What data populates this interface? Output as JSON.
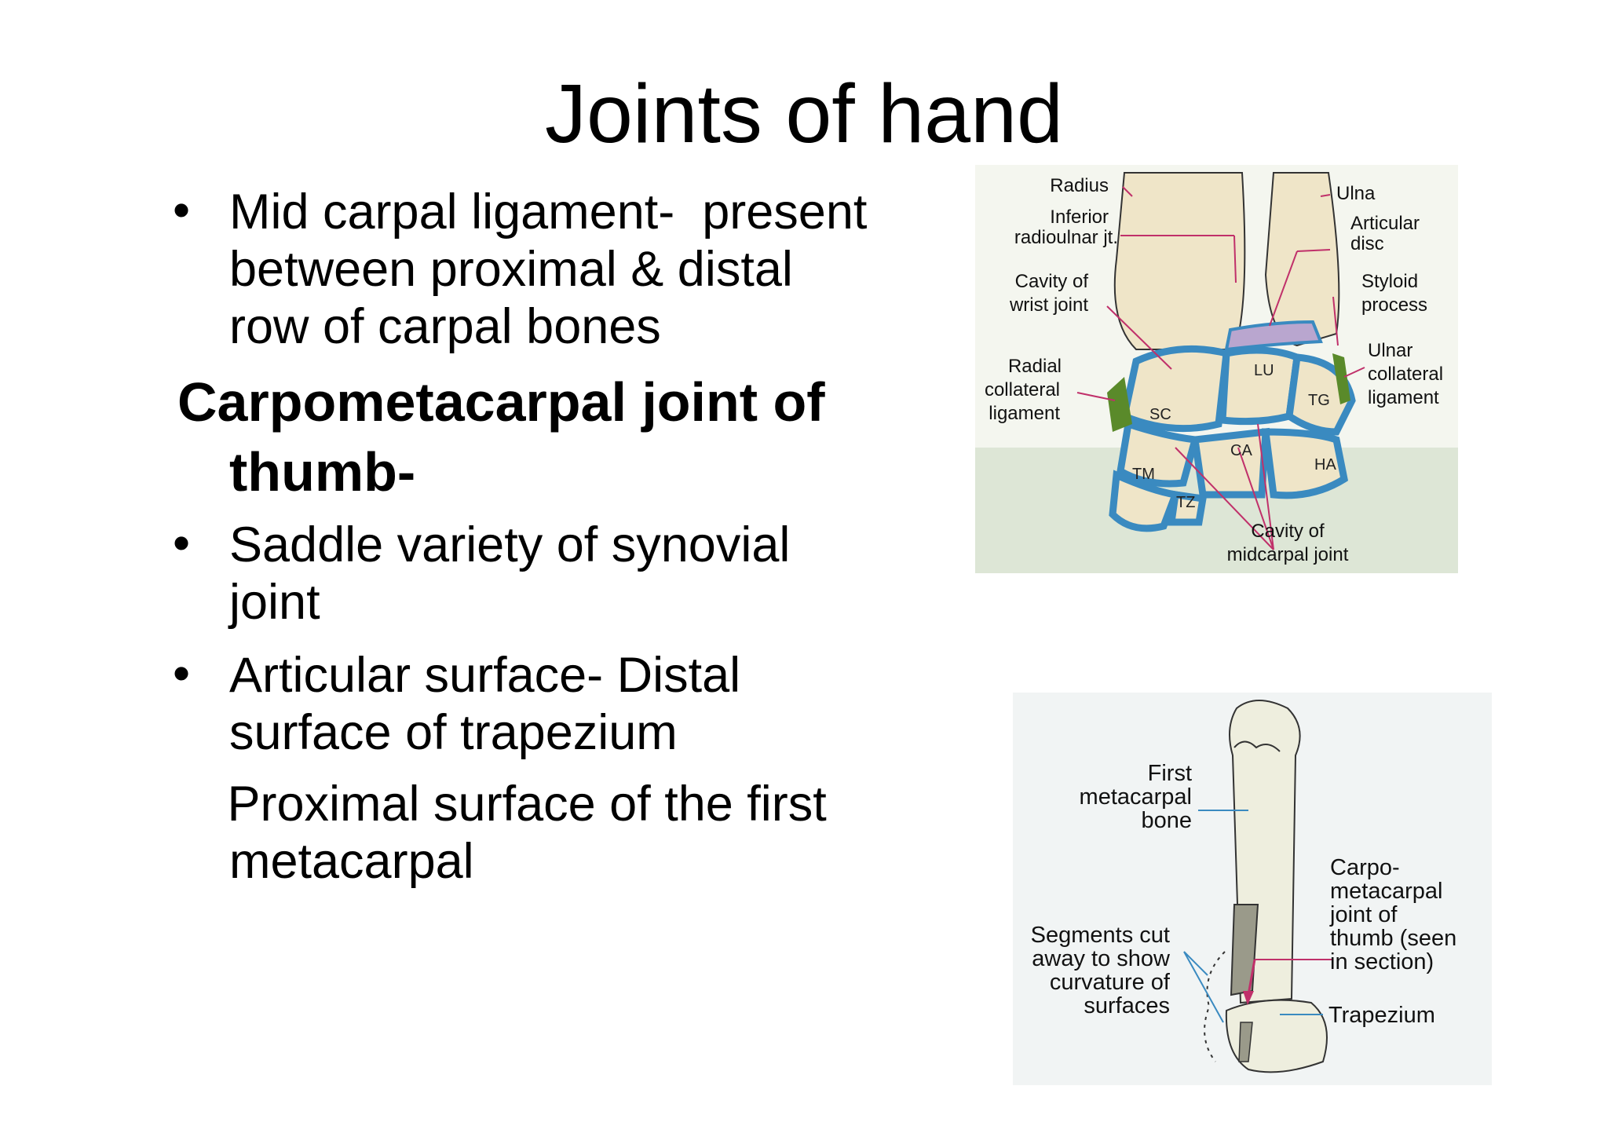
{
  "slide": {
    "title": "Joints of hand",
    "bullet1": {
      "line1": "Mid carpal ligament-  present",
      "line2": "between proximal & distal",
      "line3": "row of carpal bones"
    },
    "heading": {
      "line1": "Carpometacarpal joint of",
      "line2": "thumb-"
    },
    "bullet2": {
      "line1": "Saddle variety of synovial",
      "line2": "joint"
    },
    "bullet3": {
      "line1": "Articular surface- Distal",
      "line2": "surface of trapezium"
    },
    "extra": {
      "line1": " Proximal surface of the first",
      "line2": "metacarpal"
    },
    "bullet_symbol": "•"
  },
  "figure_wrist": {
    "labels": {
      "radius": "Radius",
      "ulna": "Ulna",
      "inferior1": "Inferior",
      "inferior2": "radioulnar jt.",
      "articular1": "Articular",
      "articular2": "disc",
      "cavity1": "Cavity of",
      "cavity2": "wrist joint",
      "styloid1": "Styloid",
      "styloid2": "process",
      "radial1": "Radial",
      "radial2": "collateral",
      "radial3": "ligament",
      "ulnar1": "Ulnar",
      "ulnar2": "collateral",
      "ulnar3": "ligament",
      "midcarpal1": "Cavity of",
      "midcarpal2": "midcarpal joint"
    },
    "bone_tags": {
      "lu": "LU",
      "sc": "SC",
      "tg": "TG",
      "ca": "CA",
      "tm": "TM",
      "tz": "TZ",
      "ha": "HA"
    }
  },
  "figure_thumb": {
    "labels": {
      "first1": "First",
      "first2": "metacarpal",
      "first3": "bone",
      "carpo1": "Carpo-",
      "carpo2": "metacarpal",
      "carpo3": "joint of",
      "carpo4": "thumb (seen",
      "carpo5": "in section)",
      "seg1": "Segments cut",
      "seg2": "away to show",
      "seg3": "curvature of",
      "seg4": "surfaces",
      "trapezium": "Trapezium"
    }
  }
}
